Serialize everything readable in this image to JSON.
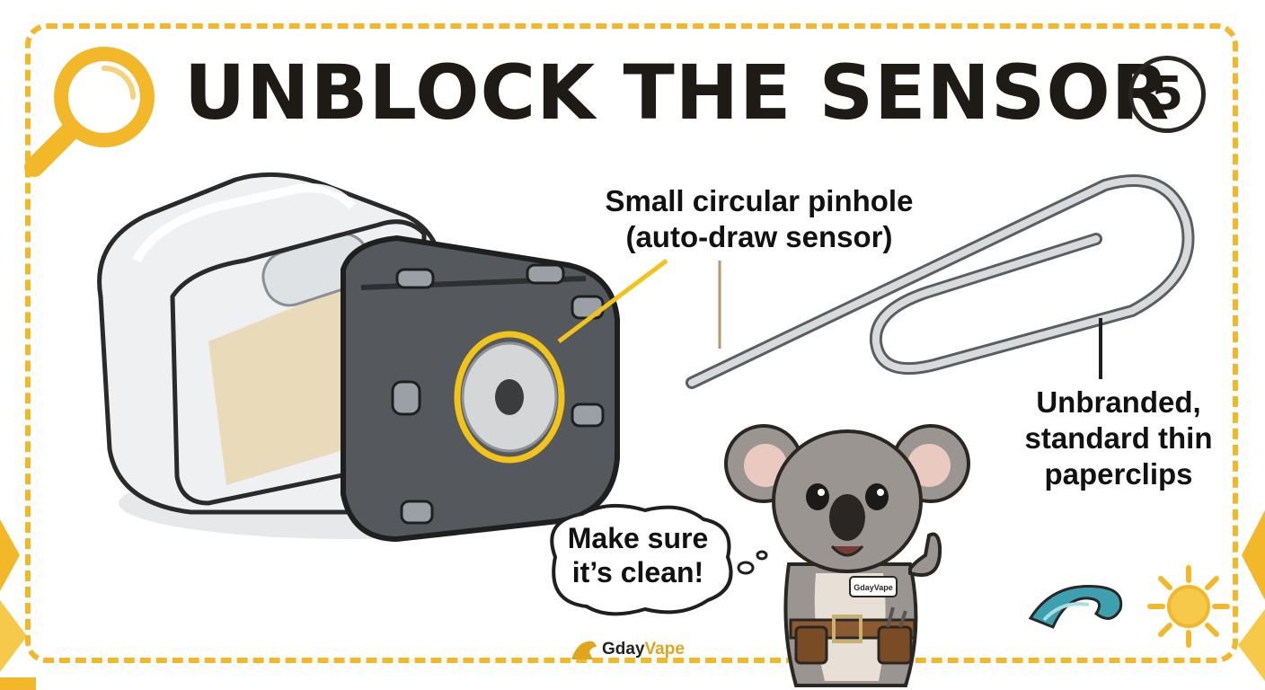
{
  "title": "UNBLOCK THE SENSOR",
  "step_number": "5",
  "callouts": {
    "pinhole_line1": "Small circular pinhole",
    "pinhole_line2": "(auto-draw sensor)",
    "paperclip_line1": "Unbranded,",
    "paperclip_line2": "standard thin",
    "paperclip_line3": "paperclips"
  },
  "speech_bubble": {
    "line1": "Make sure",
    "line2": "it’s clean!"
  },
  "brand": {
    "prefix": "Gday",
    "suffix": "Vape",
    "badge": "GdayVape"
  },
  "colors": {
    "accent_yellow": "#f2b829",
    "dark": "#1e1a16",
    "koala_grey": "#9a9590"
  },
  "icons": [
    "magnifier-icon",
    "wave-icon",
    "sun-icon",
    "kangaroo-logo-icon"
  ]
}
